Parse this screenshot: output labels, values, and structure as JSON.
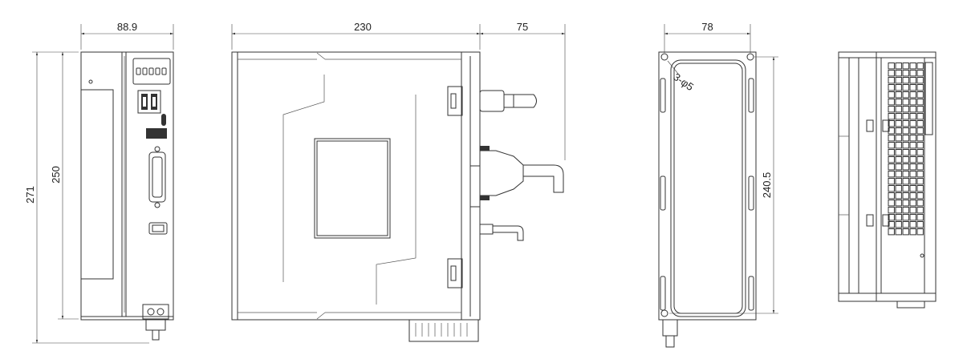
{
  "dimensions": {
    "front_width": "88.9",
    "front_height_total": "271",
    "front_height_body": "250",
    "side_depth": "230",
    "side_connector_extension": "75",
    "back_width": "78",
    "back_mount_height": "240.5",
    "mount_hole_callout": "3-φ5"
  },
  "colors": {
    "line": "#333333",
    "background": "#ffffff"
  }
}
